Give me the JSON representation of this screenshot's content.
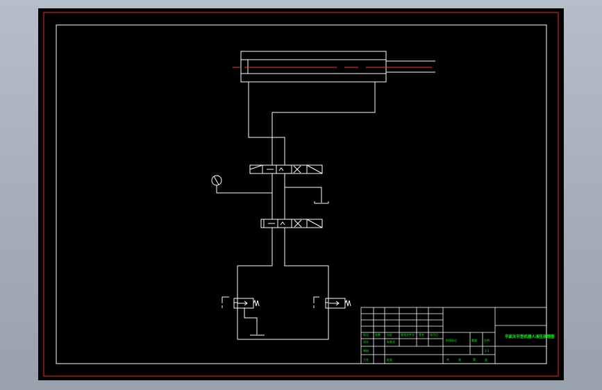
{
  "title_block": {
    "drawing_title": "平面关节型机器人液压原理图",
    "row_labels": [
      "标记",
      "处数",
      "分区",
      "更改文件号",
      "签名",
      "年月日"
    ],
    "design_labels": [
      "设计",
      "审核",
      "工艺"
    ],
    "standardization_label": "标准化",
    "approve_label": "批准",
    "stage_mark_label": "阶段标记",
    "weight_label": "重量",
    "scale_label": "比例",
    "scale_value": "1:1",
    "sheet_total_label": "共",
    "sheet_label": "张",
    "sheet_of_label": "第",
    "sheet_of_label2": "张"
  },
  "colors": {
    "canvas_bg": "#000000",
    "frame_red": "#cc1f1f",
    "line_white": "#ffffff",
    "centerline_red": "#ff3b3b",
    "tb_text_green": "#00ff00",
    "outer_gray": "#aab2bd"
  },
  "icons": {
    "pressure_gauge": "pressure-gauge-icon",
    "tank": "tank-icon",
    "valve_symbol": "directional-valve-icon",
    "relief_valve": "relief-valve-icon"
  }
}
